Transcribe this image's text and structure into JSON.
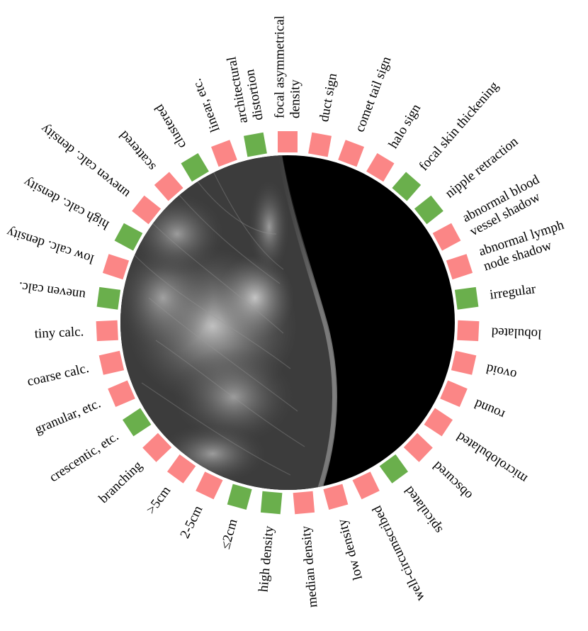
{
  "colors": {
    "present": "#6aaf4c",
    "absent": "#fb8686",
    "background": "#ffffff"
  },
  "image": {
    "description_icon": "mammogram-image"
  },
  "attributes": [
    {
      "lines": [
        "focal asymmetrical",
        "density"
      ],
      "status": "absent"
    },
    {
      "lines": [
        "duct sign"
      ],
      "status": "absent"
    },
    {
      "lines": [
        "comet tail sign"
      ],
      "status": "absent"
    },
    {
      "lines": [
        "halo sign"
      ],
      "status": "absent"
    },
    {
      "lines": [
        "focal skin thickening"
      ],
      "status": "present"
    },
    {
      "lines": [
        "nipple retraction"
      ],
      "status": "present"
    },
    {
      "lines": [
        "abnormal blood",
        "vessel shadow"
      ],
      "status": "absent"
    },
    {
      "lines": [
        "abnormal lymph",
        "node shadow"
      ],
      "status": "absent"
    },
    {
      "lines": [
        "irregular"
      ],
      "status": "present"
    },
    {
      "lines": [
        "lobulated"
      ],
      "status": "absent"
    },
    {
      "lines": [
        "ovoid"
      ],
      "status": "absent"
    },
    {
      "lines": [
        "round"
      ],
      "status": "absent"
    },
    {
      "lines": [
        "microlobulated"
      ],
      "status": "absent"
    },
    {
      "lines": [
        "obscured"
      ],
      "status": "absent"
    },
    {
      "lines": [
        "spiculated"
      ],
      "status": "present"
    },
    {
      "lines": [
        "well-circumscribed"
      ],
      "status": "absent"
    },
    {
      "lines": [
        "low density"
      ],
      "status": "absent"
    },
    {
      "lines": [
        "median density"
      ],
      "status": "absent"
    },
    {
      "lines": [
        "high density"
      ],
      "status": "present"
    },
    {
      "lines": [
        "≤2cm"
      ],
      "status": "present"
    },
    {
      "lines": [
        "2-5cm"
      ],
      "status": "absent"
    },
    {
      "lines": [
        ">5cm"
      ],
      "status": "absent"
    },
    {
      "lines": [
        "branching"
      ],
      "status": "absent"
    },
    {
      "lines": [
        "crescentic, etc."
      ],
      "status": "present"
    },
    {
      "lines": [
        "granular, etc."
      ],
      "status": "absent"
    },
    {
      "lines": [
        "coarse calc."
      ],
      "status": "absent"
    },
    {
      "lines": [
        "tiny calc."
      ],
      "status": "absent"
    },
    {
      "lines": [
        "uneven calc."
      ],
      "status": "present"
    },
    {
      "lines": [
        "low calc. density"
      ],
      "status": "absent"
    },
    {
      "lines": [
        "high calc. density"
      ],
      "status": "present"
    },
    {
      "lines": [
        "uneven calc. density"
      ],
      "status": "absent"
    },
    {
      "lines": [
        "scattered"
      ],
      "status": "absent"
    },
    {
      "lines": [
        "clustered"
      ],
      "status": "present"
    },
    {
      "lines": [
        "linear, etc."
      ],
      "status": "absent"
    },
    {
      "lines": [
        "architectural",
        "distortion"
      ],
      "status": "present"
    }
  ]
}
